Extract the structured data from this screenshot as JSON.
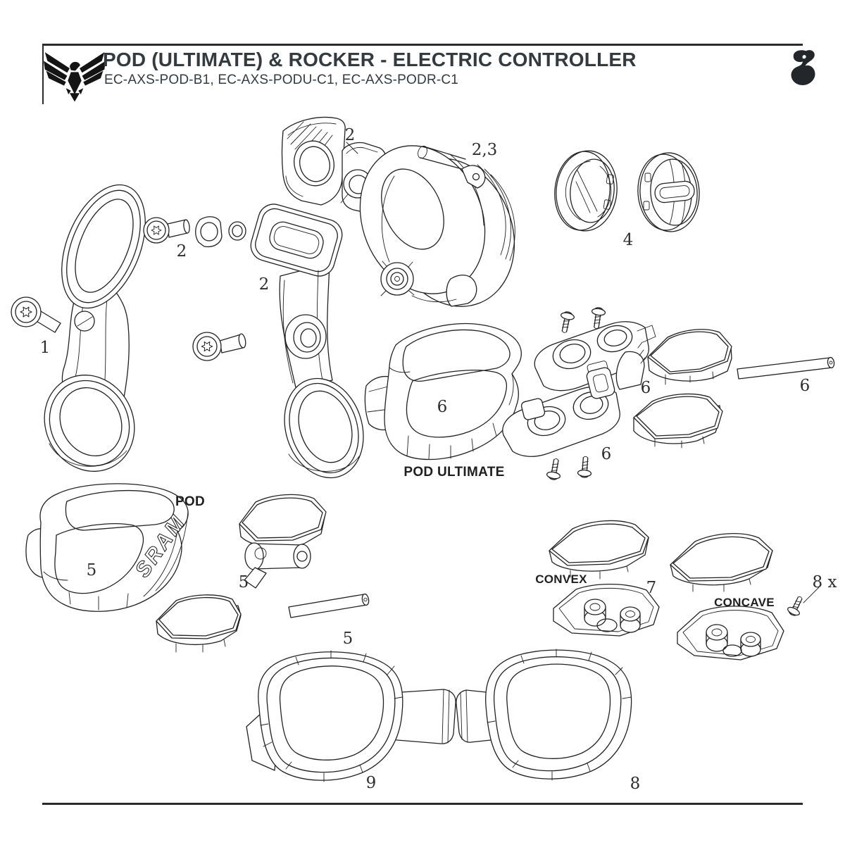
{
  "header": {
    "title": "POD (ULTIMATE) & ROCKER - ELECTRIC CONTROLLER",
    "subtitle": "EC-AXS-POD-B1, EC-AXS-PODU-C1, EC-AXS-PODR-C1",
    "brand_logo": "sram-eagle",
    "corner_icon": "sram-derailleur"
  },
  "callouts": {
    "part1": "1",
    "part2_bolt": "2",
    "part2_arm": "2",
    "part2_clamp_plate": "2",
    "part2_3_clamp_ring": "2,3",
    "part4": "4",
    "part5_pod": "5",
    "part5_paddle": "5",
    "part5_pin": "5",
    "part6_pod": "6",
    "part6_screws": "6",
    "part6_paddle": "6",
    "part6_pin": "6",
    "part7": "7",
    "part8": "8",
    "part8_screw_qty": "8 x",
    "part9": "9"
  },
  "part_labels": {
    "pod_ultimate": "POD ULTIMATE",
    "pod": "POD",
    "convex": "CONVEX",
    "concave": "CONCAVE",
    "sram_logo_text": "SRAM"
  },
  "colors": {
    "line": "#222222",
    "text": "#2e2e2e",
    "title": "#333b40"
  }
}
